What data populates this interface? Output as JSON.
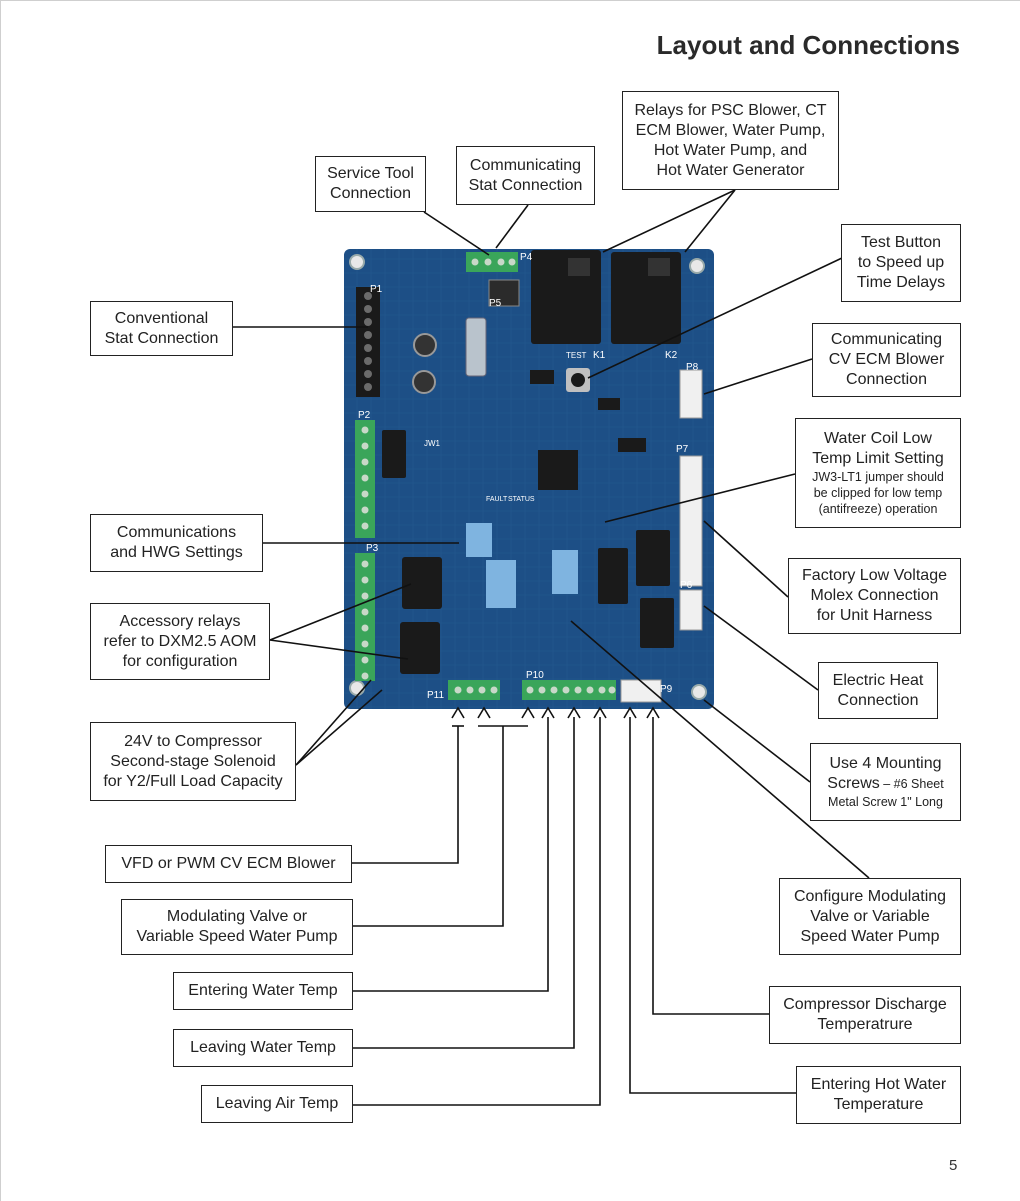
{
  "page": {
    "title": "Layout and Connections",
    "page_number": "5"
  },
  "board": {
    "header_labels": {
      "p5": "P5",
      "p4": "P4",
      "p2": "P2",
      "p3": "P3",
      "p1": "P1",
      "p8": "P8",
      "p7": "P7",
      "p6": "P6",
      "p9": "P9",
      "p10": "P10",
      "p11": "P11",
      "k1": "K1",
      "k2": "K2",
      "test": "TEST",
      "fault": "FAULT",
      "status": "STATUS",
      "jw1": "JW1"
    }
  },
  "callouts": {
    "service_tool": [
      "Service Tool",
      "Connection"
    ],
    "comm_stat": [
      "Communicating",
      "Stat Connection"
    ],
    "relays": [
      "Relays for PSC Blower, CT",
      "ECM Blower, Water Pump,",
      "Hot Water Pump, and",
      "Hot Water Generator"
    ],
    "test_button": [
      "Test Button",
      "to Speed up",
      "Time Delays"
    ],
    "conv_stat": [
      "Conventional",
      "Stat Connection"
    ],
    "comm_cv_ecm": [
      "Communicating",
      "CV ECM Blower",
      "Connection"
    ],
    "water_coil": {
      "lines": [
        "Water Coil Low",
        "Temp Limit Setting"
      ],
      "note": [
        "JW3-LT1 jumper should",
        "be clipped for low temp",
        "(antifreeze) operation"
      ]
    },
    "comms_hwg": [
      "Communications",
      "and HWG Settings"
    ],
    "factory_lv": [
      "Factory Low Voltage",
      "Molex Connection",
      "for Unit Harness"
    ],
    "accessory": [
      "Accessory relays",
      "refer to DXM2.5 AOM",
      "for configuration"
    ],
    "electric_heat": [
      "Electric Heat",
      "Connection"
    ],
    "compressor_24v": [
      "24V to Compressor",
      "Second-stage Solenoid",
      "for Y2/Full Load Capacity"
    ],
    "mounting": {
      "line1": "Use 4 Mounting",
      "line2a": "Screws",
      "line2b": " – #6 Sheet",
      "line3": "Metal Screw 1\" Long"
    },
    "vfd": [
      "VFD or PWM CV ECM Blower"
    ],
    "mod_valve": [
      "Modulating Valve or",
      "Variable Speed Water Pump"
    ],
    "configure_mod": [
      "Configure Modulating",
      "Valve or Variable",
      "Speed Water Pump"
    ],
    "entering_water": [
      "Entering Water Temp"
    ],
    "comp_discharge": [
      "Compressor Discharge",
      "Temperatrure"
    ],
    "leaving_water": [
      "Leaving Water Temp"
    ],
    "entering_hot": [
      "Entering Hot Water",
      "Temperature"
    ],
    "leaving_air": [
      "Leaving Air Temp"
    ]
  },
  "colors": {
    "board": "#1d4f86",
    "board_dark": "#143b67",
    "terminal_green": "#3aa55a",
    "relay_black": "#1a1a1a",
    "line": "#111111"
  }
}
